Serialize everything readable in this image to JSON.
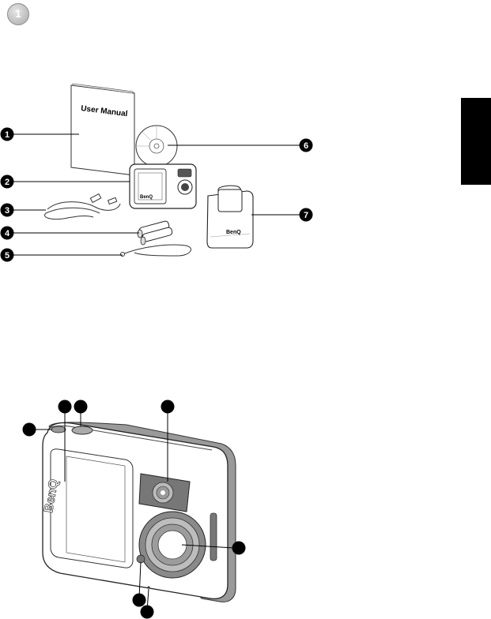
{
  "page": {
    "chapter_number": "1"
  },
  "package_contents": {
    "manual_title": "User Manual",
    "camera_brand": "BenQ",
    "pouch_brand": "BenQ",
    "callouts": [
      "1",
      "2",
      "3",
      "4",
      "5",
      "6",
      "7"
    ]
  },
  "camera_front": {
    "brand": "BenQ"
  },
  "colors": {
    "callout_fill": "#000000",
    "side_tab": "#000000"
  }
}
